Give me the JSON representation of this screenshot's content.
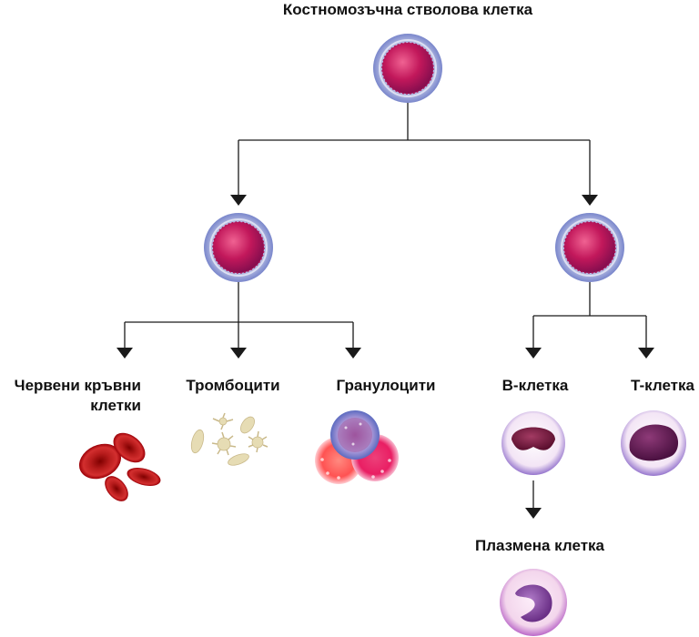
{
  "labels": {
    "title": "Костномозъчна стволова клетка",
    "rbc_line1": "Червени кръвни",
    "rbc_line2": "клетки",
    "platelets": "Тромбоцити",
    "granulocytes": "Гранулоцити",
    "b_cell": "B-клетка",
    "t_cell": "T-клетка",
    "plasma_cell": "Плазмена клетка"
  },
  "colors": {
    "line": "#1a1a1a",
    "stem_nucleus": "#c2185b",
    "stem_cytoplasm": "#c5cae9",
    "rbc": "#c62828",
    "platelet": "#e6dcb4",
    "b_nucleus": "#7b1f3f",
    "plasma_cytoplasm": "#f3d6ec"
  },
  "icons": [
    "stem-cell-icon",
    "myeloid-progenitor-icon",
    "lymphoid-progenitor-icon",
    "red-blood-cells-icon",
    "platelets-icon",
    "granulocytes-icon",
    "b-cell-icon",
    "t-cell-icon",
    "plasma-cell-icon"
  ]
}
